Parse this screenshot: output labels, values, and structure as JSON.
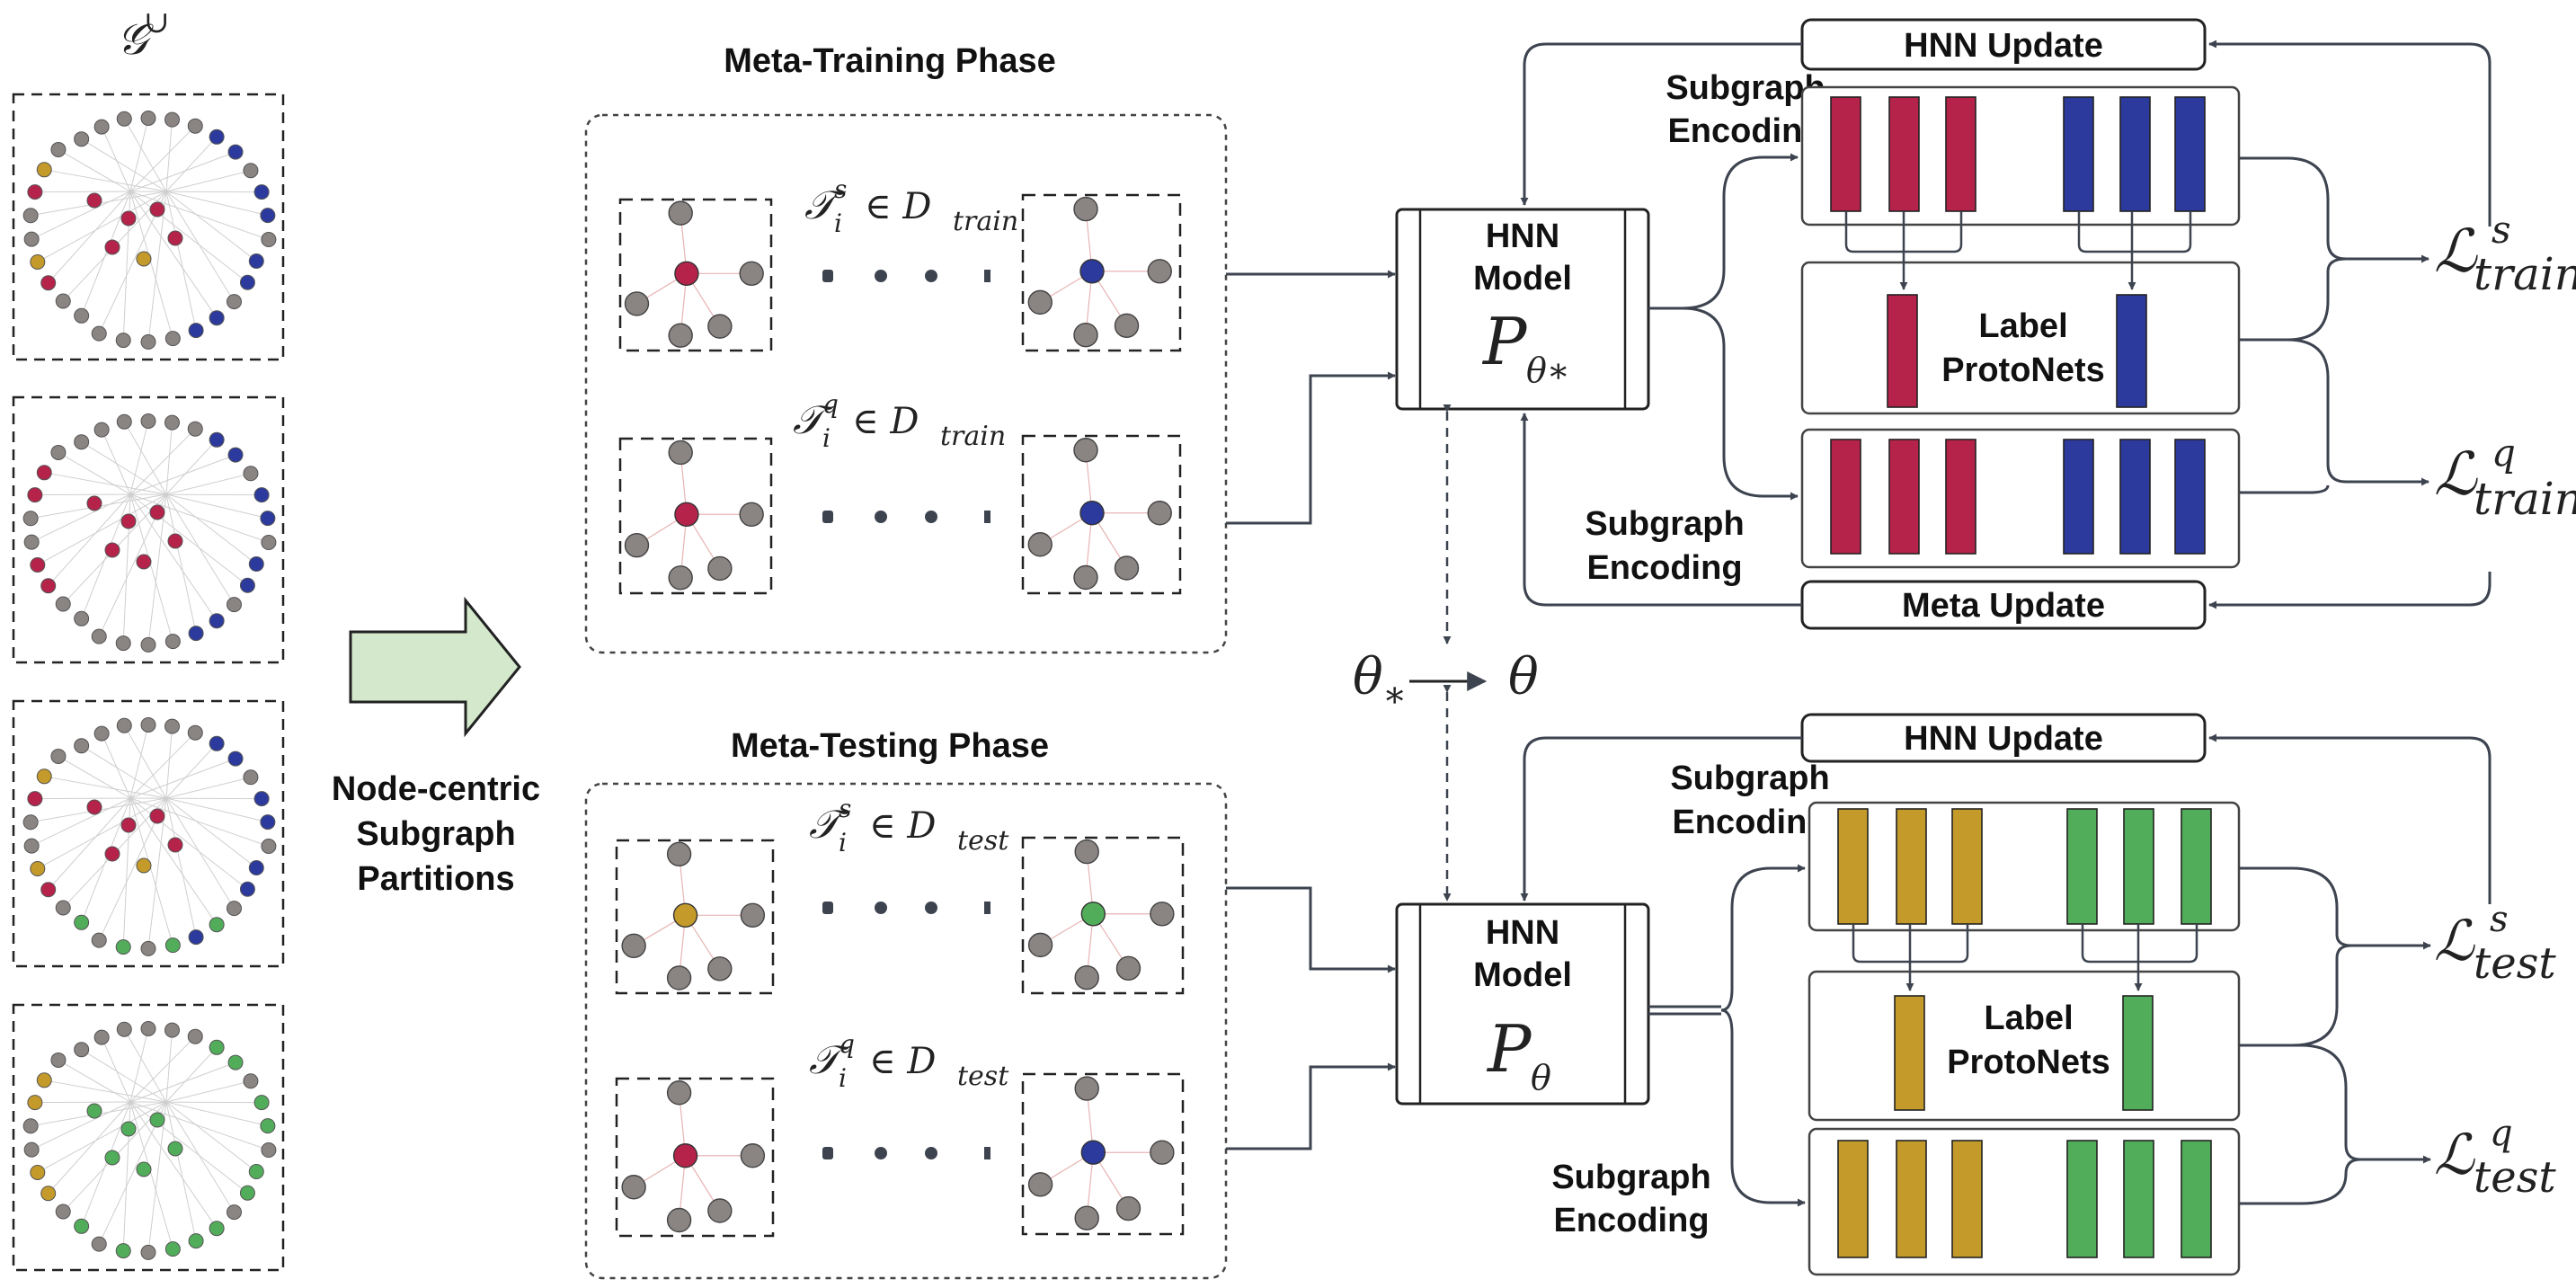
{
  "colors": {
    "red": "#b5234b",
    "blue": "#2c3a9e",
    "gold": "#c49a2a",
    "green": "#52ad5a",
    "gray": "#8a8482",
    "arrow": "#3d4450",
    "big_arrow_fill": "#d4e9cc"
  },
  "union_graph": {
    "symbol": "𝒢",
    "superscript": "∪"
  },
  "partition_label": [
    "Node-centric",
    "Subgraph",
    "Partitions"
  ],
  "phases": {
    "train": {
      "title": "Meta-Training Phase",
      "support_task": {
        "T": "𝒯",
        "sub": "i",
        "sup": "s",
        "in": "∈ D",
        "set": "train"
      },
      "query_task": {
        "T": "𝒯",
        "sub": "i",
        "sup": "q",
        "in": "∈ D",
        "set": "train"
      }
    },
    "test": {
      "title": "Meta-Testing Phase",
      "support_task": {
        "T": "𝒯",
        "sub": "i",
        "sup": "s",
        "in": "∈ D",
        "set": "test"
      },
      "query_task": {
        "T": "𝒯",
        "sub": "i",
        "sup": "q",
        "in": "∈ D",
        "set": "test"
      }
    }
  },
  "model_train": {
    "line1": "HNN",
    "line2": "Model",
    "param": "P",
    "sub": "θ∗"
  },
  "model_test": {
    "line1": "HNN",
    "line2": "Model",
    "param": "P",
    "sub": "θ"
  },
  "transfer": {
    "from": "θ",
    "from_sub": "∗",
    "to": "θ"
  },
  "train_pipeline": {
    "hnn_update": "HNN Update",
    "meta_update": "Meta Update",
    "encoding_top": [
      "Subgraph",
      "Encoding"
    ],
    "encoding_bottom": [
      "Subgraph",
      "Encoding"
    ],
    "protonets": [
      "Label",
      "ProtoNets"
    ],
    "loss_support": {
      "L": "ℒ",
      "sup": "s",
      "sub": "train"
    },
    "loss_query": {
      "L": "ℒ",
      "sup": "q",
      "sub": "train"
    }
  },
  "test_pipeline": {
    "hnn_update": "HNN Update",
    "encoding_top": [
      "Subgraph",
      "Encoding"
    ],
    "encoding_bottom": [
      "Subgraph",
      "Encoding"
    ],
    "protonets": [
      "Label",
      "ProtoNets"
    ],
    "loss_support": {
      "L": "ℒ",
      "sup": "s",
      "sub": "test"
    },
    "loss_query": {
      "L": "ℒ",
      "sup": "q",
      "sub": "test"
    }
  }
}
